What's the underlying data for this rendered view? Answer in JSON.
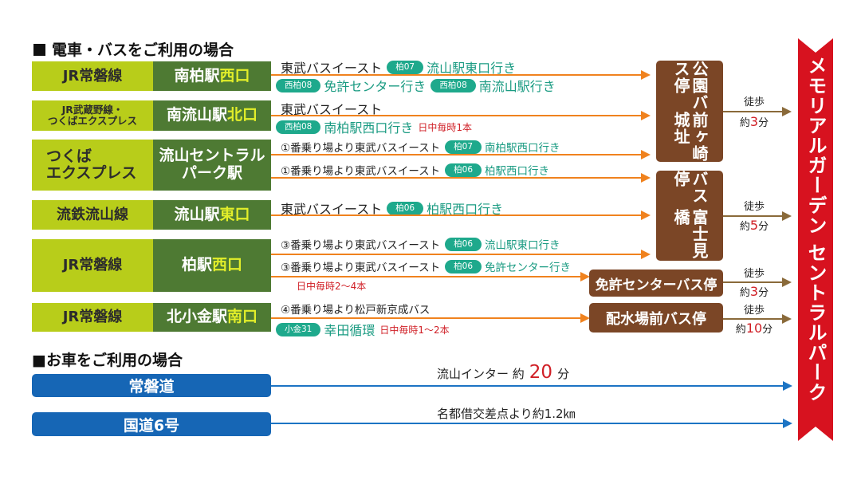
{
  "train_section": {
    "title": "電車・バスをご利用の場合"
  },
  "car_section": {
    "title": "■お車をご利用の場合"
  },
  "rows": [
    {
      "line": "JR常磐線",
      "station": "南柏駅",
      "exit": "西口"
    },
    {
      "line": "JR武蔵野線・つくばエクスプレス",
      "line_1": "JR武蔵野線・",
      "line_2": "つくばエクスプレス",
      "station": "南流山駅",
      "exit": "北口"
    },
    {
      "line": "つくばエクスプレス",
      "line_1": "つくば",
      "line_2": "エクスプレス",
      "station": "流山セントラルパーク駅",
      "station_1": "流山セントラル",
      "station_2": "パーク駅"
    },
    {
      "line": "流鉄流山線",
      "station": "流山駅",
      "exit": "東口"
    },
    {
      "line": "JR常磐線",
      "station": "柏駅",
      "exit": "西口"
    },
    {
      "line": "JR常磐線",
      "station": "北小金駅",
      "exit": "南口"
    }
  ],
  "routes": {
    "r1": {
      "company": "東武バスイースト",
      "badge1": "柏07",
      "dest1": "流山駅東口行き",
      "badge2": "西柏08",
      "dest2": "免許センター行き",
      "badge3": "西柏08",
      "dest3": "南流山駅行き"
    },
    "r2": {
      "company": "東武バスイースト",
      "badge": "西柏08",
      "dest": "南柏駅西口行き",
      "note": "日中毎時1本"
    },
    "r3": {
      "prefix": "①番乗り場より東武バスイースト",
      "badge": "柏07",
      "dest": "南柏駅西口行き"
    },
    "r4": {
      "prefix": "①番乗り場より東武バスイースト",
      "badge": "柏06",
      "dest": "柏駅西口行き"
    },
    "r5": {
      "company": "東武バスイースト",
      "badge": "柏06",
      "dest": "柏駅西口行き"
    },
    "r6": {
      "prefix": "③番乗り場より東武バスイースト",
      "badge": "柏06",
      "dest": "流山駅東口行き"
    },
    "r7": {
      "prefix": "③番乗り場より東武バスイースト",
      "badge": "柏06",
      "dest": "免許センター行き",
      "note": "日中毎時2〜4本"
    },
    "r8": {
      "prefix": "④番乗り場より松戸新京成バス",
      "badge": "小金31",
      "dest": "幸田循環",
      "note": "日中毎時1〜2本"
    }
  },
  "stops": {
    "s1": "前ヶ崎城址公園バス停",
    "s1_col1": "前ヶ崎城址",
    "s1_col2": "公園バス停",
    "s2": "富士見橋バス停",
    "s2_col1": "富士見橋",
    "s2_col2": "バス停",
    "s3": "免許センターバス停",
    "s4": "配水場前バス停"
  },
  "walks": [
    {
      "label": "徒歩",
      "prefix": "約",
      "minutes": "3",
      "unit": "分"
    },
    {
      "label": "徒歩",
      "prefix": "約",
      "minutes": "5",
      "unit": "分"
    },
    {
      "label": "徒歩",
      "prefix": "約",
      "minutes": "3",
      "unit": "分"
    },
    {
      "label": "徒歩",
      "prefix": "約",
      "minutes": "10",
      "unit": "分"
    }
  ],
  "car_routes": [
    {
      "road": "常磐道",
      "text_prefix": "流山インター 約",
      "minutes": "20",
      "unit": "分"
    },
    {
      "road": "国道6号",
      "text": "名都借交差点より約1.2㎞"
    }
  ],
  "destination": "メモリアルガーデン セントラルパーク",
  "colors": {
    "line_box": "#b8cd1a",
    "station_box": "#4e7a33",
    "exit_text": "#e2ee2a",
    "bus_badge": "#1ea98c",
    "bus_stop_box": "#7b4626",
    "road_box": "#1666b5",
    "bus_arrow": "#f0821e",
    "car_arrow": "#1c74c4",
    "destination_banner": "#d7121f",
    "note_red": "#d01f26"
  }
}
